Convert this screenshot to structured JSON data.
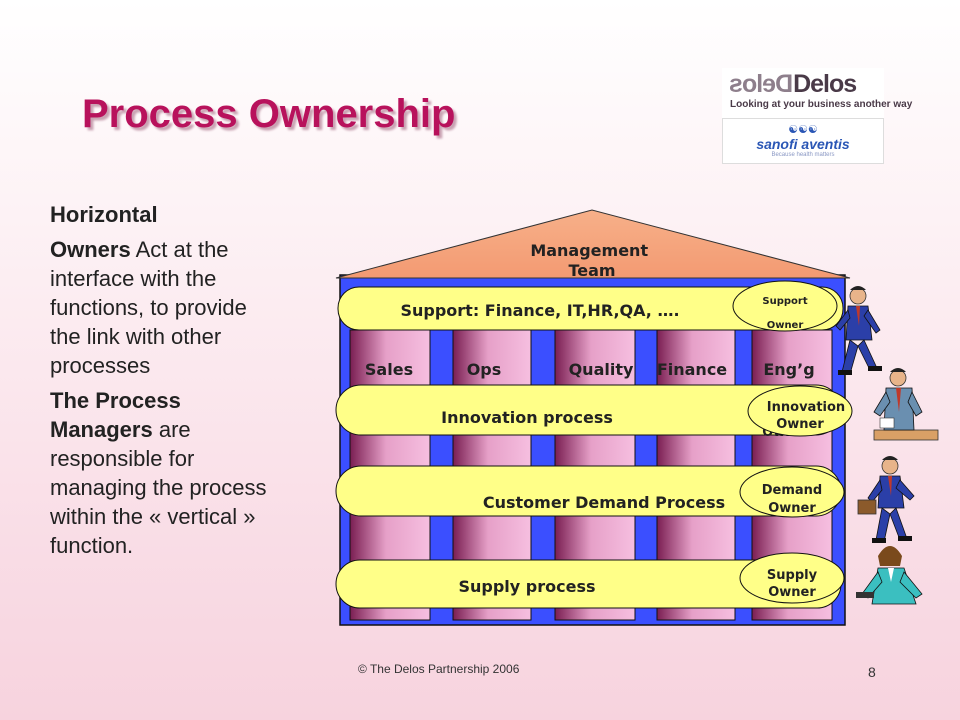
{
  "slide": {
    "title": "Process Ownership",
    "footer": "© The  Delos Partnership 2006",
    "page_number": "8"
  },
  "logos": {
    "delos_mirror": "Delos",
    "delos_name": "Delos",
    "delos_tagline": "Looking at your business another way",
    "sanofi_name": "sanofi aventis",
    "sanofi_sub": "Because health matters"
  },
  "text": {
    "heading": "Horizontal",
    "p1_bold": "Owners",
    "p1_rest": " Act at the interface with the functions, to provide the link with other processes",
    "p2_bold": "The Process Managers",
    "p2_rest": " are responsible for managing the process within the « vertical » function."
  },
  "house": {
    "roof_label": "Management Team",
    "functions": [
      "Sales",
      "Ops",
      "Quality",
      "Finance",
      "Eng’g"
    ],
    "support_bar": "Support: Finance, IT,HR,QA, ….",
    "processes": [
      "Innovation process",
      "Customer Demand Process",
      "Supply process"
    ],
    "owners": {
      "support": [
        "Support",
        "Owner"
      ],
      "innovation": [
        "Innovation",
        "Owner"
      ],
      "demand": [
        "Demand",
        "Owner"
      ],
      "supply": [
        "Supply",
        "Owner"
      ]
    },
    "hidden_owner_text": "Owner"
  },
  "colors": {
    "title": "#b8125c",
    "house_blue": "#3b4fff",
    "roof_fill": "#f4a37a",
    "column_pink": "#f18ac9",
    "bar_yellow": "#ffff88"
  },
  "icons": [
    "businessman-walking-icon",
    "businessman-desk-icon",
    "businessman-briefcase-icon",
    "businesswoman-icon"
  ]
}
